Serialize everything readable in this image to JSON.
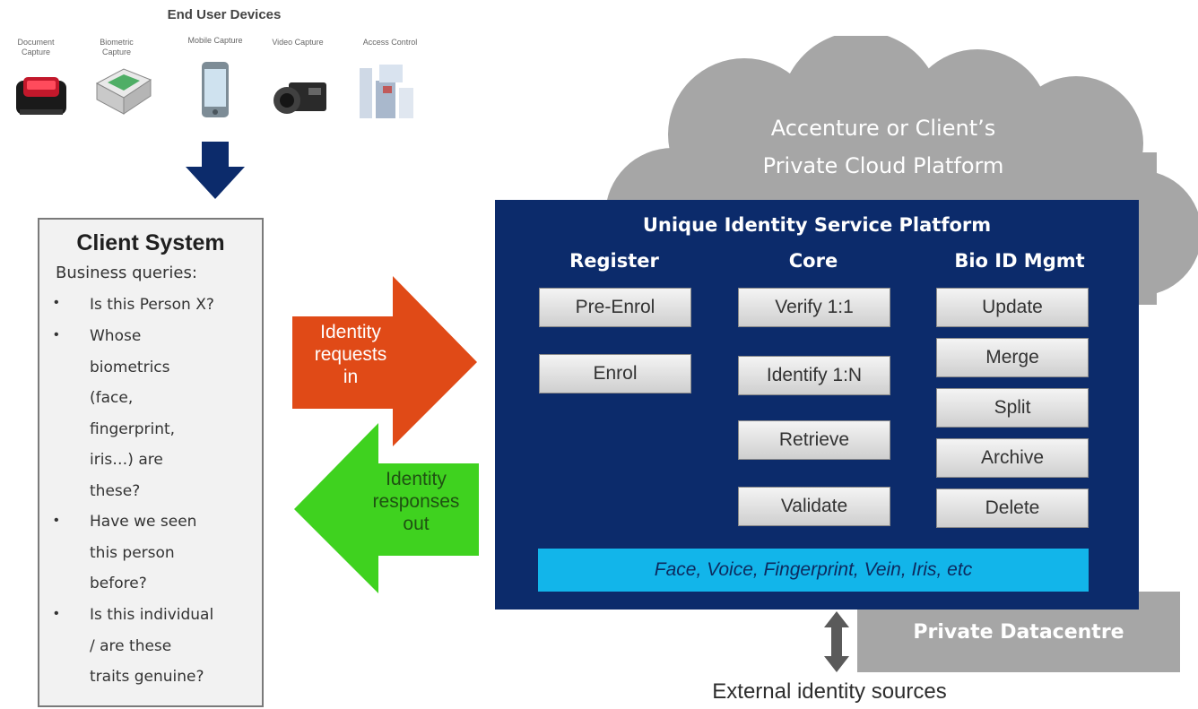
{
  "devices": {
    "title": "End User Devices",
    "items": [
      {
        "label": "Document Capture",
        "icon": "document-scanner-icon"
      },
      {
        "label": "Biometric Capture",
        "icon": "fingerprint-scanner-icon"
      },
      {
        "label": "Mobile Capture",
        "icon": "mobile-phone-icon"
      },
      {
        "label": "Video Capture",
        "icon": "video-camera-icon"
      },
      {
        "label": "Access Control",
        "icon": "access-gate-icon"
      }
    ]
  },
  "client": {
    "title": "Client System",
    "subtitle": "Business queries:",
    "questions": [
      [
        "Is this Person X?"
      ],
      [
        "Whose",
        "biometrics",
        "(face,",
        "fingerprint,",
        "iris…) are",
        "these?"
      ],
      [
        "Have we seen",
        "this person",
        "before?"
      ],
      [
        "Is this individual",
        "/ are these",
        "traits genuine?"
      ]
    ]
  },
  "arrows": {
    "requests": [
      "Identity",
      "requests",
      "in"
    ],
    "responses": [
      "Identity",
      "responses",
      "out"
    ]
  },
  "cloud": {
    "line1": "Accenture or Client’s",
    "line2": "Private Cloud Platform"
  },
  "datacentre": {
    "label": "Private Datacentre"
  },
  "platform": {
    "title": "Unique Identity Service Platform",
    "columns": [
      {
        "heading": "Register",
        "items": [
          "Pre-Enrol",
          "Enrol"
        ]
      },
      {
        "heading": "Core",
        "items": [
          "Verify 1:1",
          "Identify 1:N",
          "Retrieve",
          "Validate"
        ]
      },
      {
        "heading": "Bio ID Mgmt",
        "items": [
          "Update",
          "Merge",
          "Split",
          "Archive",
          "Delete"
        ]
      }
    ],
    "modalities": "Face, Voice, Fingerprint, Vein, Iris, etc"
  },
  "external": {
    "label": "External identity sources"
  },
  "colors": {
    "platform_bg": "#0c2b6b",
    "modality_bar": "#12b5ea",
    "request_arrow": "#e04a17",
    "response_arrow": "#3fd21f",
    "cloud": "#a6a6a6",
    "down_arrow": "#0c2b6b"
  }
}
